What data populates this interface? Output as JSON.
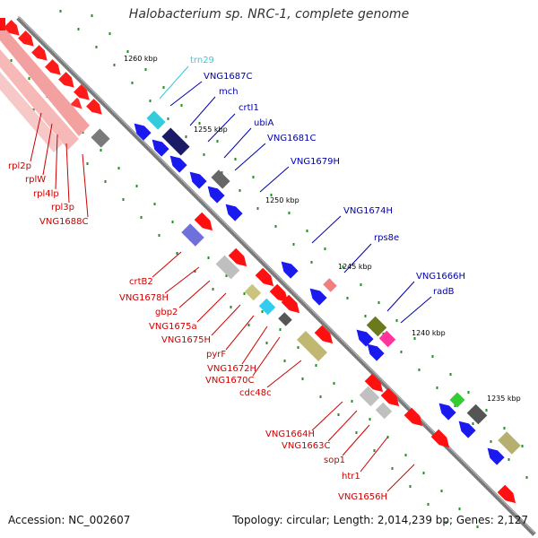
{
  "title": "Halobacterium sp. NRC-1, complete genome",
  "footer": {
    "accession": "Accession: NC_002607",
    "summary": "Topology: circular; Length: 2,014,239 bp; Genes: 2,127"
  },
  "colors": {
    "backbone": "#808080",
    "forward_gene": "#ff0000",
    "reverse_gene": "#0000ff",
    "label_red": "#cc0000",
    "label_blue": "#0000aa",
    "trna": "#33ccdd",
    "grid_dot": "#2a8a2a"
  },
  "ticks": [
    "1260 kbp",
    "1255 kbp",
    "1250 kbp",
    "1245 kbp",
    "1240 kbp",
    "1235 kbp"
  ],
  "labels_top": [
    "trn29",
    "VNG1687C",
    "mch",
    "crtI1",
    "ubiA",
    "VNG1681C",
    "VNG1679H",
    "VNG1674H",
    "rps8e",
    "VNG1666H",
    "radB"
  ],
  "labels_bottom": [
    "rpl2p",
    "rplW",
    "rpl4lp",
    "rpl3p",
    "VNG1688C",
    "crtB2",
    "VNG1678H",
    "gbp2",
    "VNG1675a",
    "VNG1675H",
    "pyrF",
    "VNG1672H",
    "VNG1670C",
    "cdc48c",
    "VNG1664H",
    "VNG1663C",
    "sop1",
    "htr1",
    "VNG1656H"
  ]
}
